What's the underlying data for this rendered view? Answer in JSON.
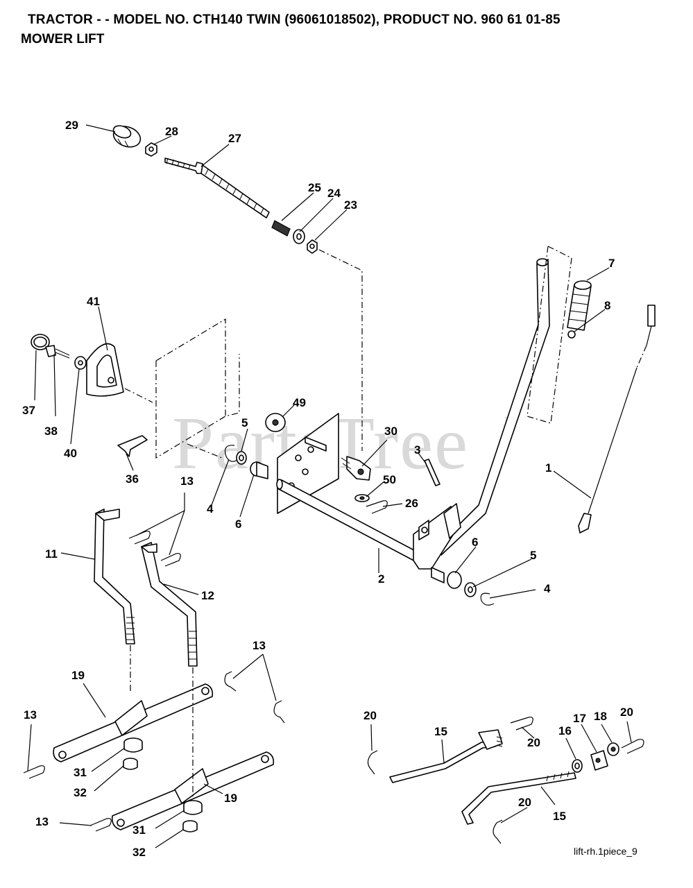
{
  "header": {
    "title": "TRACTOR - - MODEL NO. CTH140 TWIN (96061018502), PRODUCT NO. 960 61 01-85",
    "subtitle": "MOWER LIFT"
  },
  "watermark": {
    "text": "PartsTree",
    "trademark": "™"
  },
  "footer": {
    "code": "lift-rh.1piece_9"
  },
  "callouts": {
    "c1": "1",
    "c2": "2",
    "c3": "3",
    "c4a": "4",
    "c4b": "4",
    "c5a": "5",
    "c5b": "5",
    "c6a": "6",
    "c6b": "6",
    "c7": "7",
    "c8": "8",
    "c11": "11",
    "c12": "12",
    "c13a": "13",
    "c13b": "13",
    "c13c": "13",
    "c13d": "13",
    "c15a": "15",
    "c15b": "15",
    "c16": "16",
    "c17": "17",
    "c18": "18",
    "c19a": "19",
    "c19b": "19",
    "c20a": "20",
    "c20b": "20",
    "c20c": "20",
    "c20d": "20",
    "c23": "23",
    "c24": "24",
    "c25": "25",
    "c26": "26",
    "c27": "27",
    "c28": "28",
    "c29": "29",
    "c30": "30",
    "c31a": "31",
    "c31b": "31",
    "c32a": "32",
    "c32b": "32",
    "c36": "36",
    "c37": "37",
    "c38": "38",
    "c40": "40",
    "c41": "41",
    "c49": "49",
    "c50": "50"
  }
}
